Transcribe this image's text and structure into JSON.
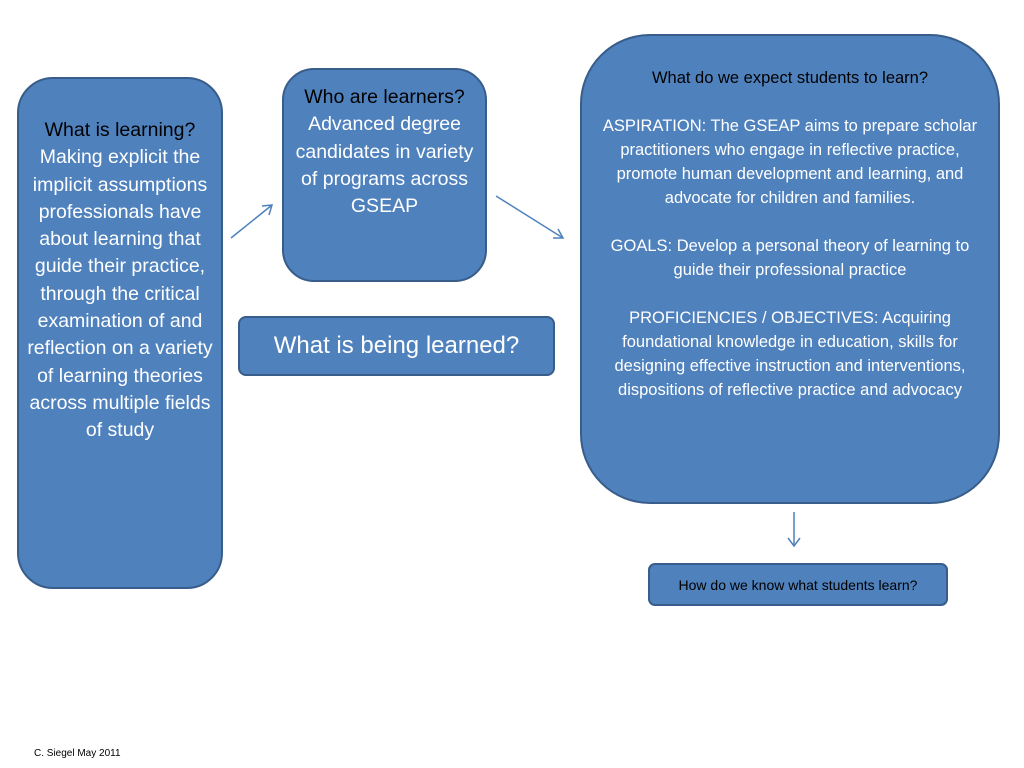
{
  "learning": {
    "heading": "What is learning?",
    "body": "Making explicit the implicit assumptions professionals have about learning that guide their practice, through the critical examination of and reflection on a variety of learning theories across multiple fields of study"
  },
  "learners": {
    "heading": "Who are learners?",
    "body": "Advanced degree candidates  in variety of programs across GSEAP"
  },
  "being_learned": {
    "label": "What is being learned?"
  },
  "expectations": {
    "heading": "What do we expect students to learn?",
    "aspiration": "ASPIRATION: The GSEAP aims to prepare scholar practitioners who engage in reflective practice, promote human development and learning, and advocate for children and families.",
    "goals": "GOALS: Develop a personal theory of learning to guide their professional practice",
    "proficiencies": "PROFICIENCIES / OBJECTIVES: Acquiring foundational knowledge in education, skills for designing effective instruction and interventions, dispositions of reflective practice and advocacy"
  },
  "assessment": {
    "label": "How do we know what students learn?"
  },
  "footer": {
    "credit": "C. Siegel May 2011"
  },
  "colors": {
    "box_fill": "#4f81bd",
    "box_border": "#385d8a",
    "arrow": "#4f81bd"
  }
}
